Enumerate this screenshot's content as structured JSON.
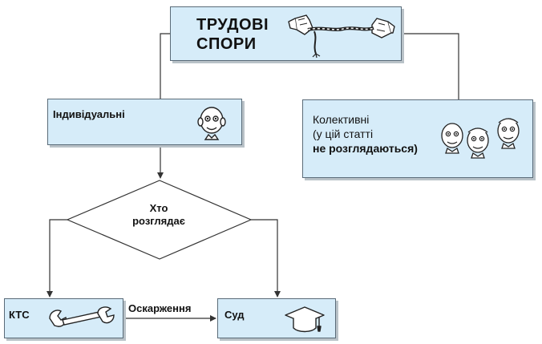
{
  "diagram": {
    "title_lines": [
      "ТРУДОВІ",
      "СПОРИ"
    ],
    "individual": {
      "label": "Індивідуальні"
    },
    "collective": {
      "lines": [
        "Колективні",
        "(у цій статті",
        "не розглядаються)"
      ]
    },
    "decision": {
      "lines": [
        "Хто",
        "розглядає"
      ]
    },
    "kts": {
      "label": "КТС"
    },
    "court": {
      "label": "Суд"
    },
    "appeal": {
      "label": "Оскарження"
    },
    "colors": {
      "box_fill": "#d6ecf9",
      "box_border": "#5a6b78",
      "shadow": "#b9c2c8",
      "line": "#333333"
    },
    "icons": [
      "rope-tug-icon",
      "face-icon",
      "faces-group-icon",
      "wrench-icon",
      "graduation-cap-icon"
    ]
  }
}
